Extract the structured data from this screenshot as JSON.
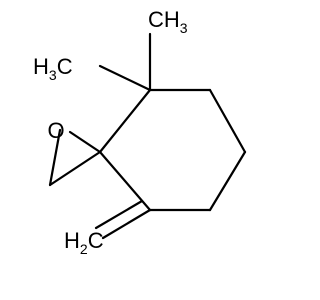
{
  "molecule": {
    "oxygen": "O",
    "methyl_top_right": {
      "main": "CH",
      "sub": "3"
    },
    "methyl_left": {
      "main": "H",
      "sub": "3",
      "tail": "C"
    },
    "methylene": {
      "main": "H",
      "sub": "2",
      "tail": "C"
    }
  },
  "colors": {
    "bond": "#000000",
    "background": "#ffffff"
  }
}
